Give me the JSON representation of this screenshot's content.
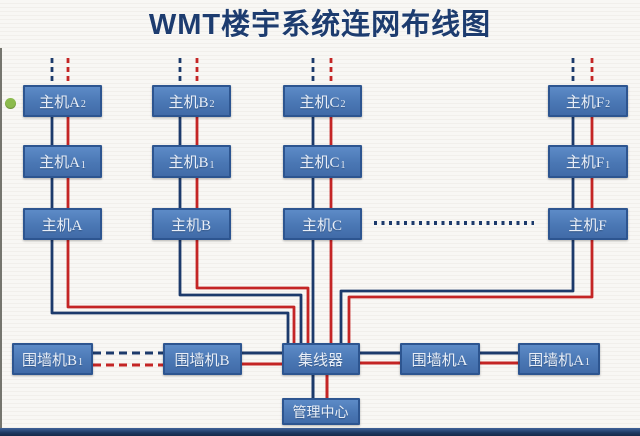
{
  "title": "WMT楼宇系统连网布线图",
  "colors": {
    "box_fill": "#4a77b4",
    "box_border": "#2d5590",
    "box_text": "#e9eff8",
    "line_navy": "#1c3a6b",
    "line_red": "#c42525",
    "title_text": "#1d3c6f",
    "status_dot_green": "#8cbb4d",
    "bottom_bar": "#1d3760"
  },
  "nodes": {
    "a2": {
      "base": "主机A",
      "sub": "2"
    },
    "a1": {
      "base": "主机A",
      "sub": "1"
    },
    "a": {
      "base": "主机A",
      "sub": ""
    },
    "b2": {
      "base": "主机B",
      "sub": "2"
    },
    "b1": {
      "base": "主机B",
      "sub": "1"
    },
    "b": {
      "base": "主机B",
      "sub": ""
    },
    "c2": {
      "base": "主机C",
      "sub": "2"
    },
    "c1": {
      "base": "主机C",
      "sub": "1"
    },
    "c": {
      "base": "主机C",
      "sub": ""
    },
    "f2": {
      "base": "主机F",
      "sub": "2"
    },
    "f1": {
      "base": "主机F",
      "sub": "1"
    },
    "f": {
      "base": "主机F",
      "sub": ""
    },
    "wb1": {
      "base": "围墙机B",
      "sub": "1"
    },
    "wb": {
      "base": "围墙机B",
      "sub": ""
    },
    "hub": {
      "base": "集线器",
      "sub": ""
    },
    "wa": {
      "base": "围墙机A",
      "sub": ""
    },
    "wa1": {
      "base": "围墙机A",
      "sub": "1"
    },
    "mgmt": {
      "base": "管理中心",
      "sub": ""
    }
  }
}
